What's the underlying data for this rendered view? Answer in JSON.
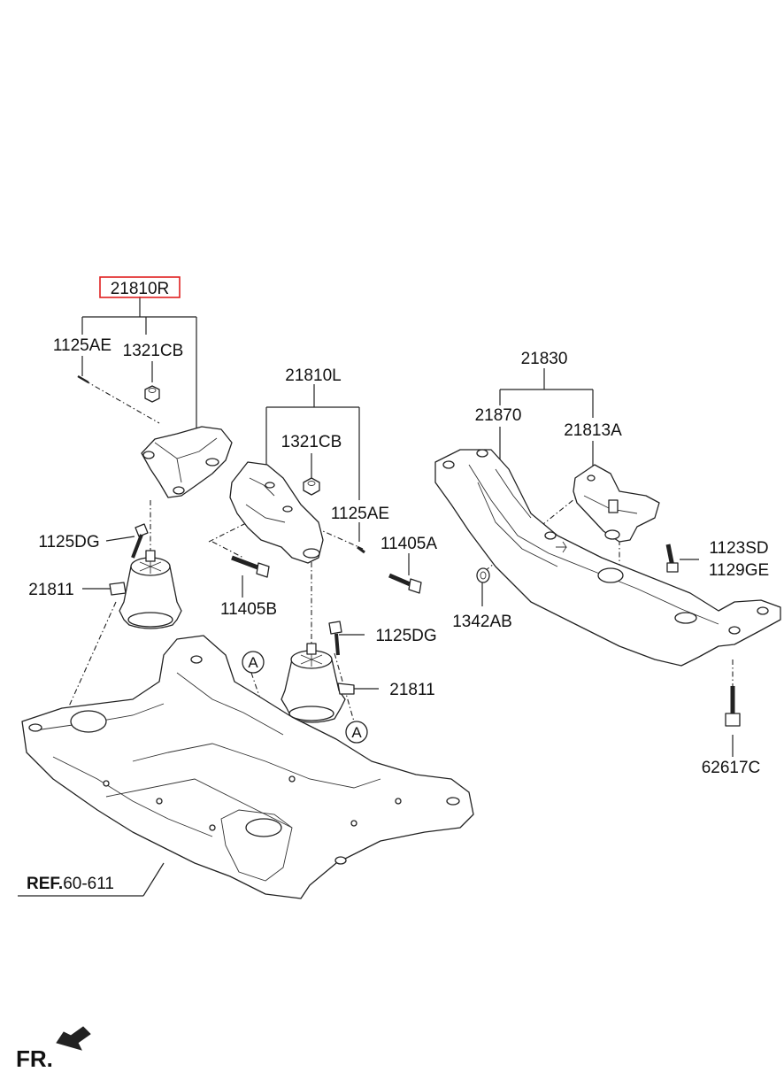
{
  "parts": {
    "assy_r": "21810R",
    "bolt_ae_r": "1125AE",
    "nut_cb_r": "1321CB",
    "bolt_dg_l": "1125DG",
    "mount_l": "21811",
    "assy_l": "21810L",
    "nut_cb_l": "1321CB",
    "bolt_ae_l": "1125AE",
    "bolt_405a": "11405A",
    "bolt_405b": "11405B",
    "bolt_dg_r": "1125DG",
    "mount_r": "21811",
    "assy_830": "21830",
    "bracket_870": "21870",
    "bracket_813a": "21813A",
    "bolt_sd": "1123SD",
    "bolt_ge": "1129GE",
    "bushing_ab": "1342AB",
    "bolt_62617c": "62617C"
  },
  "refs": {
    "circle_a_top": "A",
    "circle_a_bottom": "A",
    "ref_bold": "REF.",
    "ref_num": "60-611",
    "front": "FR."
  },
  "colors": {
    "highlight_box": "#e02020",
    "line": "#222222"
  }
}
